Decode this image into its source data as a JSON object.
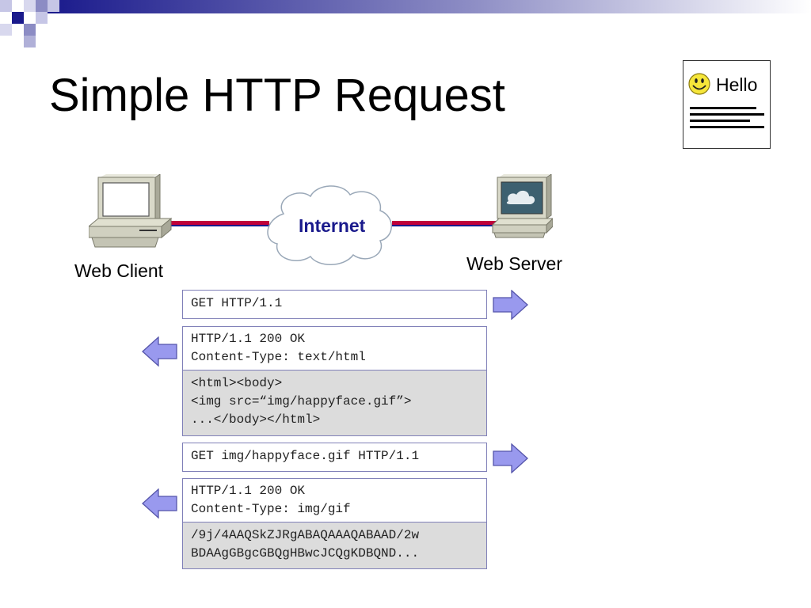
{
  "slide": {
    "title": "Simple HTTP Request"
  },
  "diagram": {
    "client_label": "Web Client",
    "server_label": "Web Server",
    "network_label": "Internet",
    "page_preview_text": "Hello"
  },
  "messages": {
    "request1": "GET HTTP/1.1",
    "response1_headers": [
      "HTTP/1.1 200 OK",
      "Content-Type: text/html"
    ],
    "response1_body": [
      "<html><body>",
      "<img src=“img/happyface.gif”>",
      "...</body></html>"
    ],
    "request2": "GET img/happyface.gif HTTP/1.1",
    "response2_headers": [
      "HTTP/1.1 200 OK",
      "Content-Type: img/gif"
    ],
    "response2_body": [
      "/9j/4AAQSkZJRgABAQAAAQABAAD/2w",
      "BDAAgGBgcGBQgHBwcJCQgKDBQND..."
    ]
  },
  "colors": {
    "accent": "#1a1a8c",
    "link_line": "#c0003a",
    "arrow_fill": "#9999ee",
    "box_border": "#8080b8",
    "body_bg": "#dcdcdc"
  },
  "icons": [
    "desktop-computer-icon",
    "server-computer-icon",
    "internet-cloud-icon",
    "right-arrow-icon",
    "left-arrow-icon",
    "smiley-face-icon"
  ]
}
